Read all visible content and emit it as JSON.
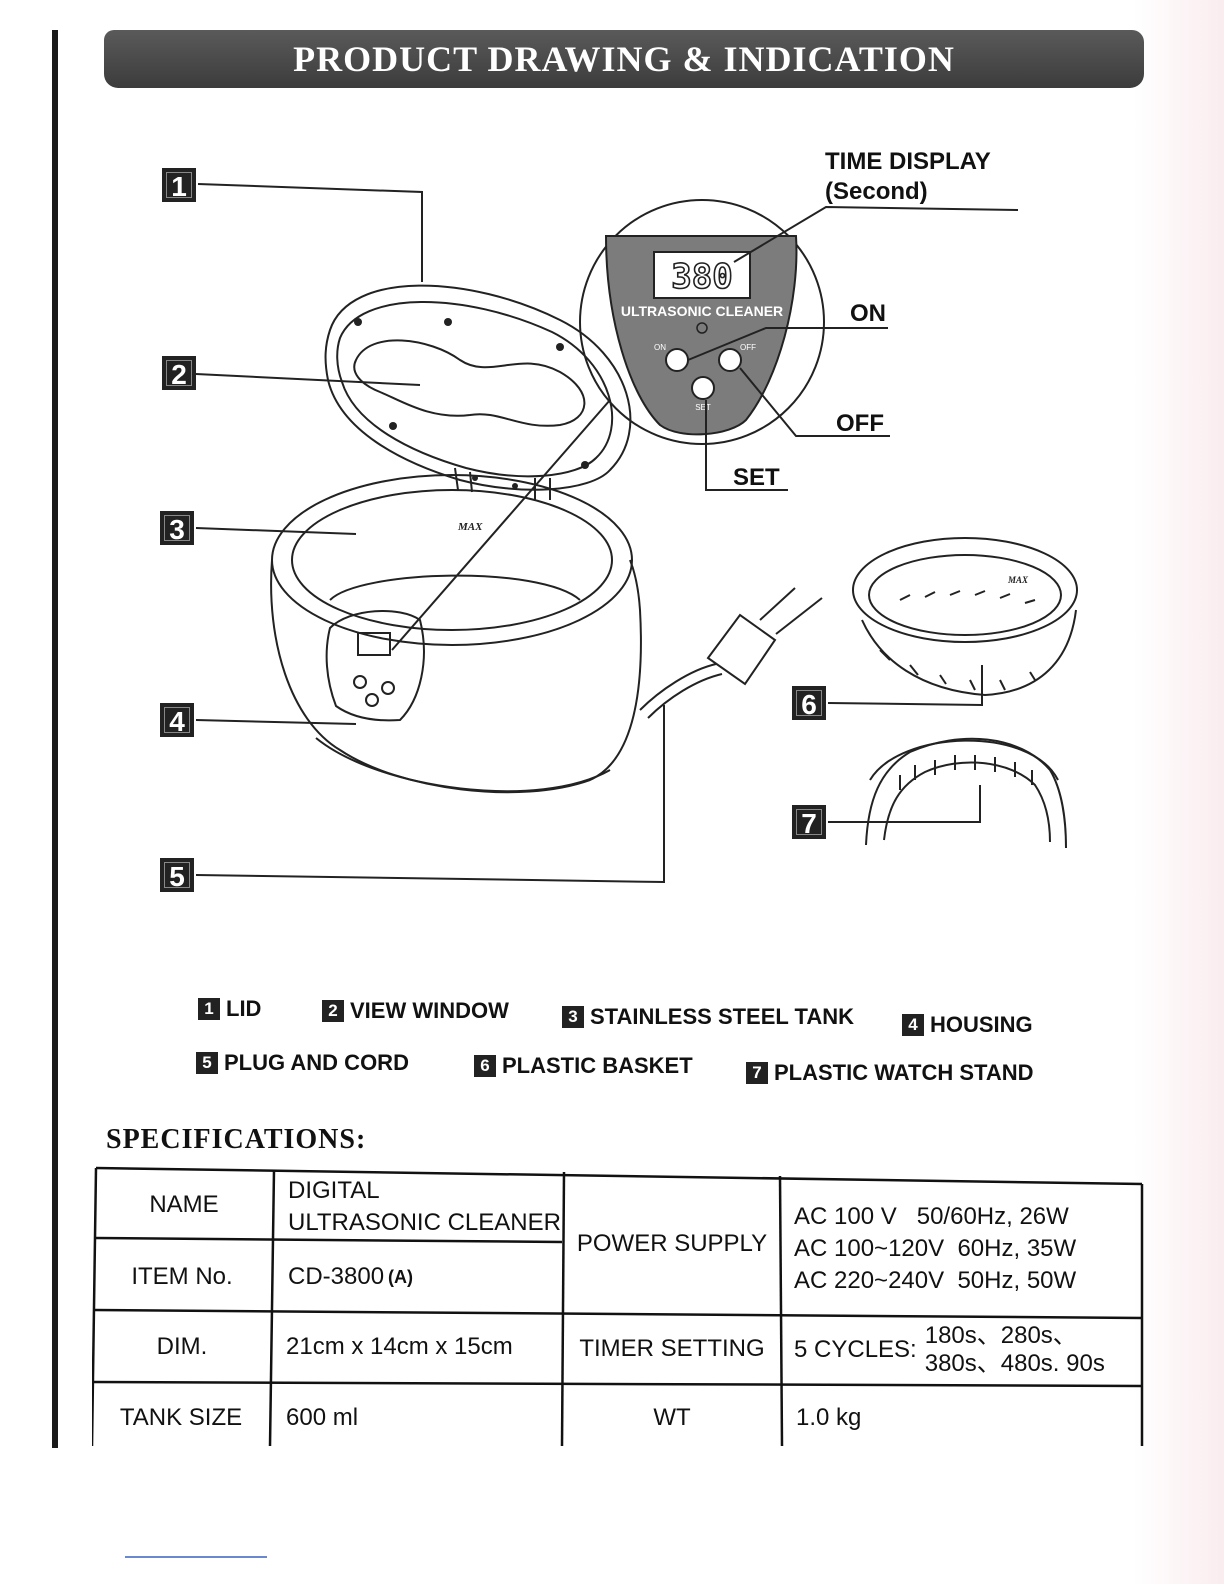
{
  "header": {
    "title": "PRODUCT DRAWING & INDICATION"
  },
  "diagram": {
    "markers": [
      "1",
      "2",
      "3",
      "4",
      "5",
      "6",
      "7"
    ],
    "callouts": {
      "time_display_line1": "TIME DISPLAY",
      "time_display_line2": "(Second)",
      "on": "ON",
      "off": "OFF",
      "set": "SET"
    },
    "panel": {
      "display_digits": "380",
      "brand_label": "ULTRASONIC CLEANER",
      "on_label": "ON",
      "off_label": "OFF",
      "set_label": "SET"
    },
    "max_label": "MAX"
  },
  "legend": [
    {
      "num": "1",
      "label": "LID"
    },
    {
      "num": "2",
      "label": "VIEW WINDOW"
    },
    {
      "num": "3",
      "label": "STAINLESS STEEL TANK"
    },
    {
      "num": "4",
      "label": "HOUSING"
    },
    {
      "num": "5",
      "label": "PLUG AND CORD"
    },
    {
      "num": "6",
      "label": "PLASTIC BASKET"
    },
    {
      "num": "7",
      "label": "PLASTIC WATCH STAND"
    }
  ],
  "specifications": {
    "heading": "SPECIFICATIONS:",
    "name_label": "NAME",
    "name_value_line1": "DIGITAL",
    "name_value_line2": "ULTRASONIC CLEANER",
    "item_label": "ITEM No.",
    "item_value": "CD-3800",
    "item_suffix": "(A)",
    "power_label": "POWER SUPPLY",
    "power_values": [
      "AC 100 V   50/60Hz, 26W",
      "AC 100~120V  60Hz, 35W",
      "AC 220~240V  50Hz, 50W"
    ],
    "dim_label": "DIM.",
    "dim_value": "21cm x 14cm x 15cm",
    "timer_label": "TIMER SETTING",
    "timer_prefix": "5 CYCLES:",
    "timer_line1": "180s、280s、",
    "timer_line2": "380s、480s. 90s",
    "tank_label": "TANK SIZE",
    "tank_value": "600 ml",
    "wt_label": "WT",
    "wt_value": "1.0 kg"
  }
}
